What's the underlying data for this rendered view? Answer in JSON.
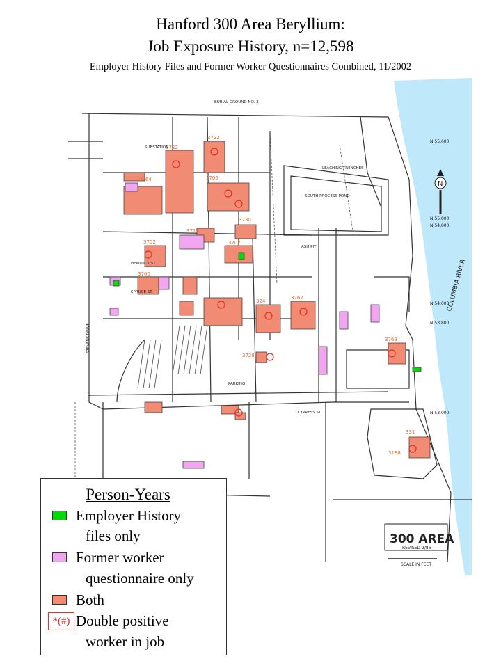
{
  "title": {
    "line1": "Hanford 300 Area Beryllium:",
    "line2": "Job Exposure History, n=12,598",
    "line3": "Employer History Files and Former Worker Questionnaires Combined, 11/2002"
  },
  "colors": {
    "employer_history": "#00dd00",
    "former_worker": "#f2a6f2",
    "both": "#f28b74",
    "double_positive": "#e03020",
    "river": "#bfe8fb"
  },
  "legend": {
    "title": "Person-Years",
    "items": [
      {
        "line1": "Employer History",
        "line2": "files only",
        "color": "#00dd00"
      },
      {
        "line1": "Former worker",
        "line2": "questionnaire only",
        "color": "#f2a6f2"
      },
      {
        "line1": "Both",
        "line2": "",
        "color": "#f28b74"
      }
    ],
    "double_positive_symbol": "*(#)",
    "double_positive_line1": "Double positive",
    "double_positive_line2": "worker in job"
  },
  "map": {
    "river_label": "COLUMBIA RIVER",
    "map_title": "300 AREA",
    "revised": "REVISED 2/86",
    "scale_label": "SCALE IN FEET",
    "grid_labels": [
      "N 55,600",
      "N 55,000",
      "N 54,800",
      "N 54,000",
      "N 53,800",
      "N 53,000"
    ],
    "place_labels": [
      "BURIAL GROUND NO. 3",
      "SOUTH PROCESS POND",
      "ASH PIT",
      "HEMLOCK ST.",
      "SPRUCE ST.",
      "CYPRESS ST.",
      "STEVENS DRIVE",
      "PARKING",
      "SUBSTATION",
      "LEACHING TRENCHES"
    ]
  }
}
